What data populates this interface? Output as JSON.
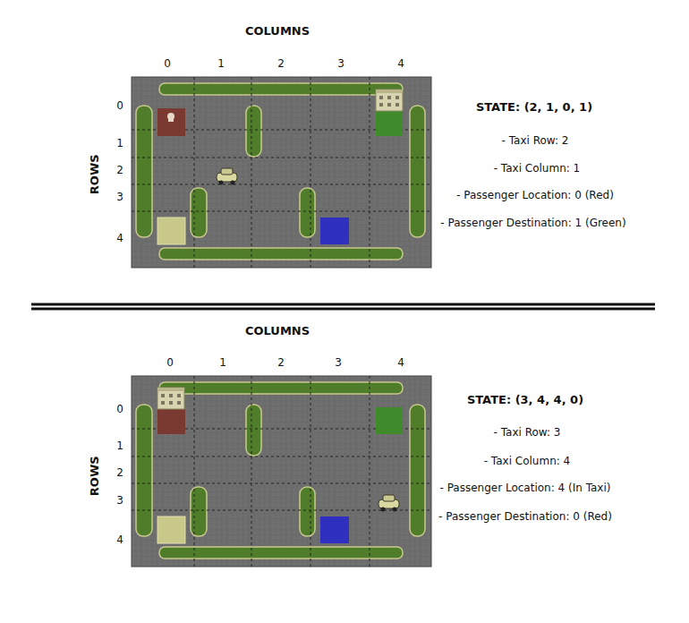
{
  "diagram": {
    "labels": [
      "COLUMNS",
      "0",
      "1",
      "2",
      "3",
      "4",
      "ROWS",
      "0",
      "1",
      "2",
      "3",
      "4",
      "STATE: (2, 1, 0, 1)",
      "- Taxi Row: 2",
      "- Taxi Column: 1",
      "- Passenger Location: 0 (Red)",
      "- Passenger Destination: 1 (Green)",
      "COLUMNS",
      "0",
      "1",
      "2",
      "3",
      "4",
      "ROWS",
      "0",
      "1",
      "2",
      "3",
      "4",
      "STATE: (3, 4, 4, 0)",
      "- Taxi Row: 3",
      "- Taxi Column: 4",
      "- Passenger Location: 4 (In Taxi)",
      "- Passenger Destination: 0 (Red)"
    ]
  }
}
